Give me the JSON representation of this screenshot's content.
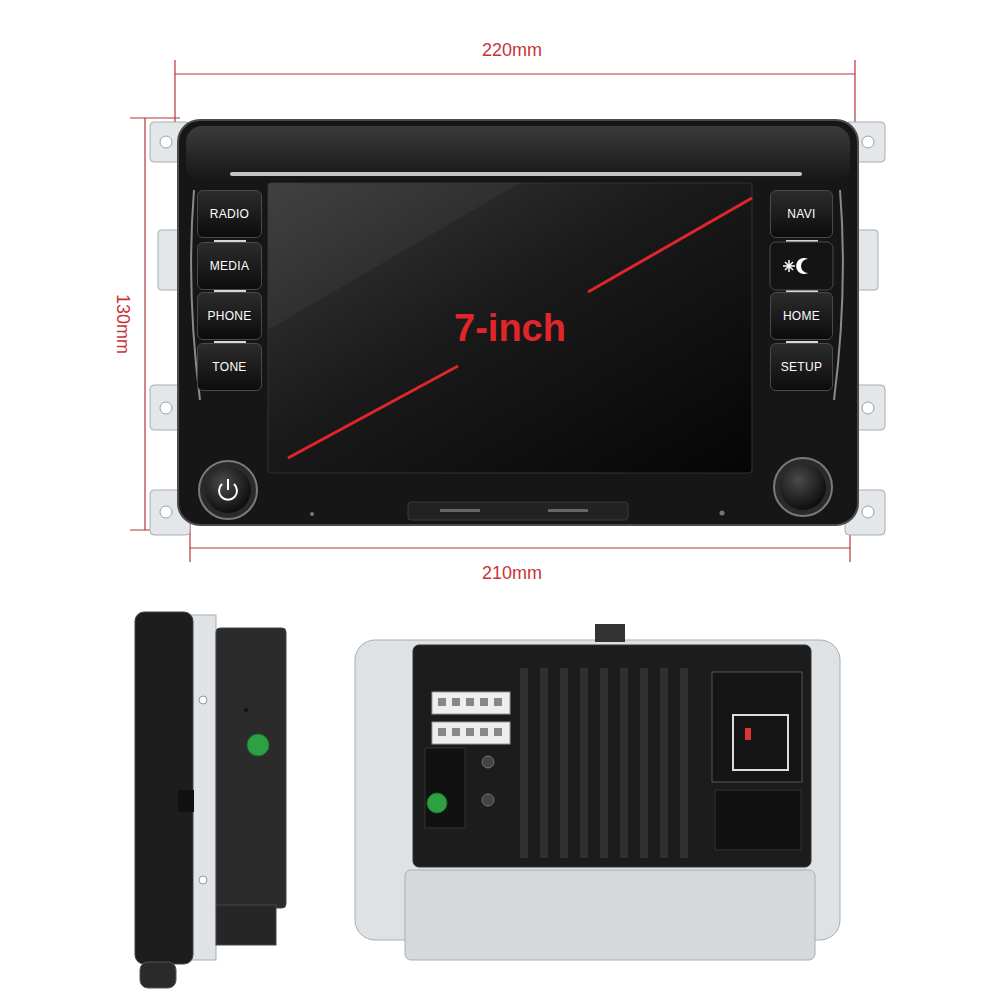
{
  "diagram": {
    "nodes": [
      {
        "text": [
          "RADIO"
        ]
      },
      {
        "text": [
          "MEDIA"
        ]
      },
      {
        "text": [
          "PHONE"
        ]
      },
      {
        "text": [
          "TONE"
        ]
      },
      {
        "text": [
          "7-inch"
        ]
      },
      {
        "text": [
          "NAVI"
        ]
      },
      {
        "text": [
          "HOME"
        ]
      },
      {
        "text": [
          "SETUP"
        ]
      }
    ],
    "labels": [
      "220mm",
      "130mm",
      "210mm"
    ]
  }
}
